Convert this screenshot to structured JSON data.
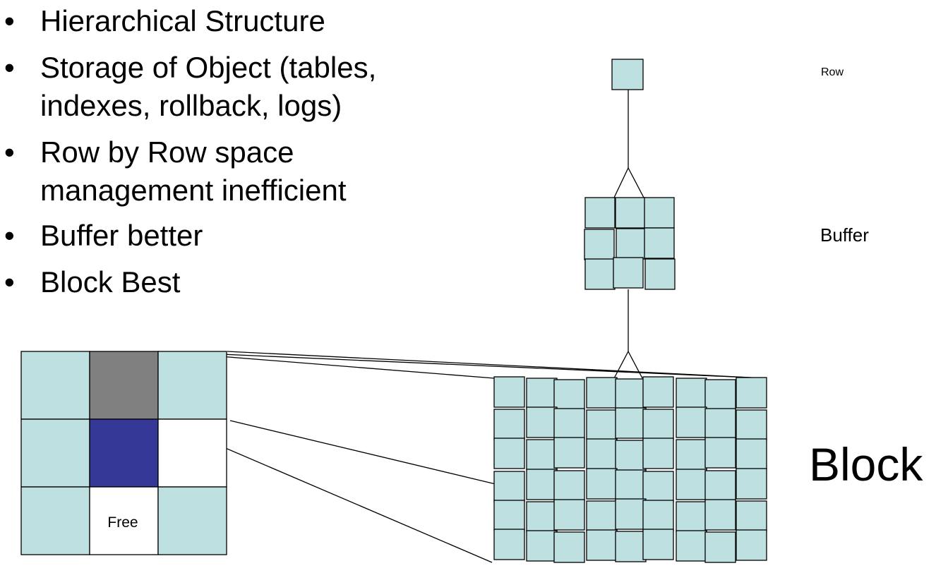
{
  "bullets": [
    {
      "lines": [
        "Hierarchical Structure"
      ]
    },
    {
      "lines": [
        "Storage of Object (tables,",
        "indexes, rollback, logs)"
      ]
    },
    {
      "lines": [
        "Row by Row space",
        "management inefficient"
      ]
    },
    {
      "lines": [
        "Buffer better"
      ]
    },
    {
      "lines": [
        "Block Best"
      ]
    }
  ],
  "bullet_symbol": "•",
  "labels": {
    "row": "Row",
    "buffer": "Buffer",
    "block": "Block",
    "free": "Free"
  },
  "colors": {
    "cell_fill": "#bfe0e0",
    "used_cell": "#808080",
    "selected_cell": "#363898",
    "free_cell": "#ffffff",
    "stroke": "#000000"
  },
  "structure": {
    "buffer_grid": {
      "rows": 3,
      "cols": 3
    },
    "block_grid": {
      "rows": 6,
      "cols": 9
    },
    "detail_grid": {
      "rows": 3,
      "cols": 3
    }
  }
}
